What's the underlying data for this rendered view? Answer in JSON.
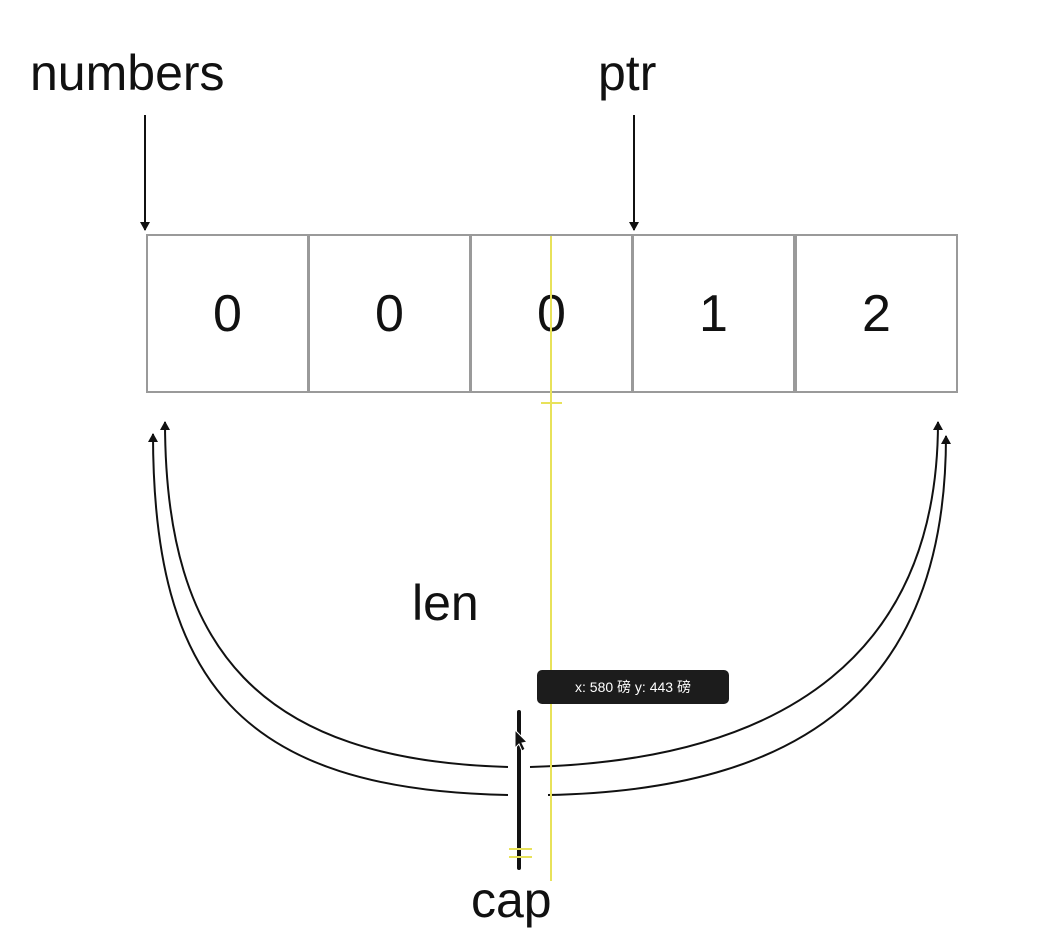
{
  "labels": {
    "numbers": "numbers",
    "ptr": "ptr",
    "len": "len",
    "cap": "cap"
  },
  "array": {
    "cells": [
      "0",
      "0",
      "0",
      "1",
      "2"
    ]
  },
  "tooltip": {
    "text": "x: 580 磅 y: 443 磅"
  },
  "colors": {
    "guide_line": "#e8e25a",
    "cell_border": "#9a9a9a",
    "stroke": "#111111"
  },
  "icons": [
    "arrow-down-icon",
    "curved-arrow-icon",
    "mouse-cursor-icon"
  ]
}
